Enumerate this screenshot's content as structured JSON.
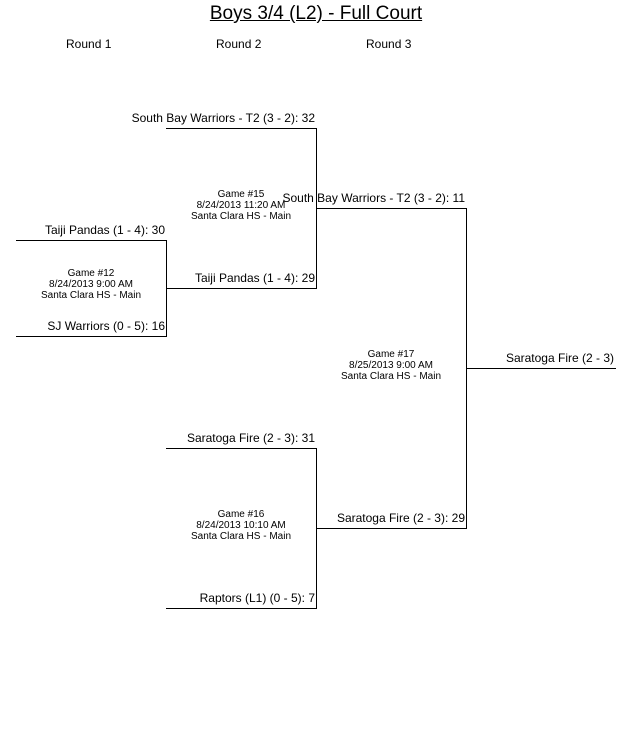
{
  "title": "Boys 3/4 (L2) - Full Court",
  "rounds": [
    "Round 1",
    "Round 2",
    "Round 3"
  ],
  "slots": {
    "r1_a": "Taiji Pandas (1 - 4):  30",
    "r1_b": "SJ Warriors (0 - 5):  16",
    "r2_a": "South Bay Warriors - T2 (3 - 2):  32",
    "r2_b": "Taiji Pandas (1 - 4):  29",
    "r2_c": "Saratoga Fire (2 - 3):  31",
    "r2_d": "Raptors (L1) (0 - 5):  7",
    "r3_a": "South Bay Warriors - T2 (3 - 2):  11",
    "r3_b": "Saratoga Fire (2 - 3):  29",
    "champion": "Saratoga Fire (2 - 3)"
  },
  "games": {
    "g12": {
      "label": "Game #12",
      "datetime": "8/24/2013 9:00 AM",
      "venue": "Santa Clara HS - Main"
    },
    "g15": {
      "label": "Game #15",
      "datetime": "8/24/2013 11:20 AM",
      "venue": "Santa Clara HS - Main"
    },
    "g16": {
      "label": "Game #16",
      "datetime": "8/24/2013 10:10 AM",
      "venue": "Santa Clara HS - Main"
    },
    "g17": {
      "label": "Game #17",
      "datetime": "8/25/2013 9:00 AM",
      "venue": "Santa Clara HS - Main"
    }
  }
}
